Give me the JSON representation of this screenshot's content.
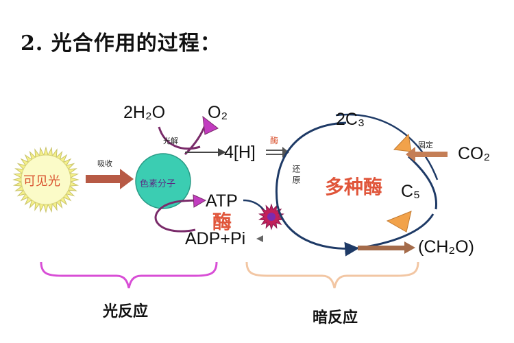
{
  "title": "2. 光合作用的过程：",
  "light": {
    "sun_label": "可见光",
    "absorb": "吸收",
    "pigment": "色素分子"
  },
  "water": {
    "h2o": "2H₂O",
    "o2": "O₂",
    "photolysis": "光解",
    "h": "4[H]"
  },
  "energy": {
    "atp": "ATP",
    "adp": "ADP+Pi",
    "enzyme": "酶"
  },
  "dark": {
    "c3": "2C₃",
    "co2": "CO₂",
    "fix": "固定",
    "c5": "C₅",
    "product": "(CH₂O)",
    "reduce": "还原",
    "enzymes": "多种酶",
    "enzyme_small": "酶"
  },
  "bottom": {
    "light_reaction": "光反应",
    "dark_reaction": "暗反应"
  },
  "colors": {
    "sun": "#fbfbc8",
    "pigment": "#3bcdb2",
    "arrow_purple": "#c23cc0",
    "cycle_blue": "#1e3a66",
    "orange": "#f2a24a",
    "magenta": "#e23ad6",
    "brace_light": "#d84ed6",
    "brace_dark": "#f2c6a3",
    "red": "#d9512e"
  }
}
